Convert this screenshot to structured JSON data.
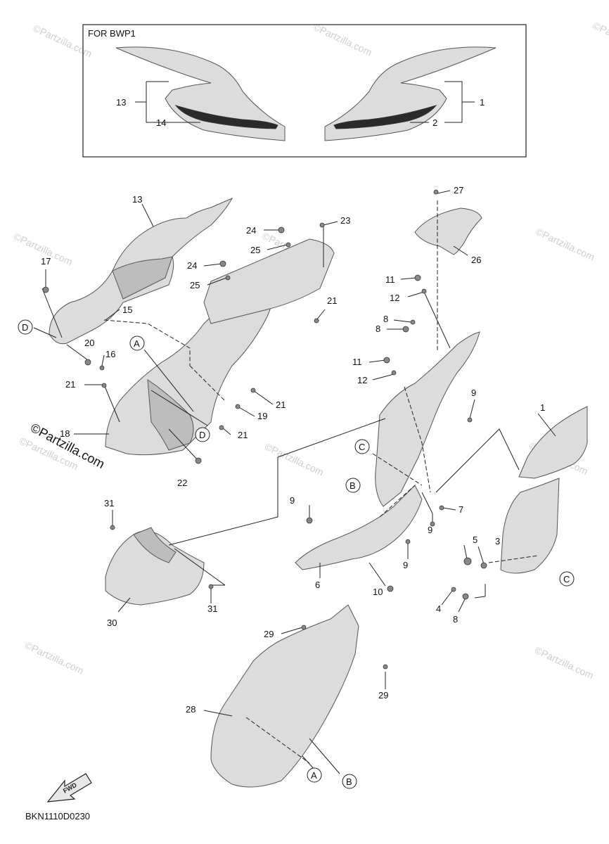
{
  "header_box": {
    "title": "FOR BWP1"
  },
  "diagram_code": "BKN1110D0230",
  "fwd_label": "FWD",
  "watermark": {
    "main": "©Partzilla.com",
    "repeat": "©Partzilla.com"
  },
  "parts": {
    "p1": "1",
    "p2": "2",
    "p3": "3",
    "p4": "4",
    "p5": "5",
    "p6": "6",
    "p7": "7",
    "p8": "8",
    "p9": "9",
    "p10": "10",
    "p11": "11",
    "p12": "12",
    "p13": "13",
    "p14": "14",
    "p15": "15",
    "p16": "16",
    "p17": "17",
    "p18": "18",
    "p19": "19",
    "p20": "20",
    "p21": "21",
    "p22": "22",
    "p23": "23",
    "p24": "24",
    "p25": "25",
    "p26": "26",
    "p27": "27",
    "p28": "28",
    "p29": "29",
    "p30": "30",
    "p31": "31"
  },
  "callouts": {
    "A": "A",
    "B": "B",
    "C": "C",
    "D": "D"
  }
}
